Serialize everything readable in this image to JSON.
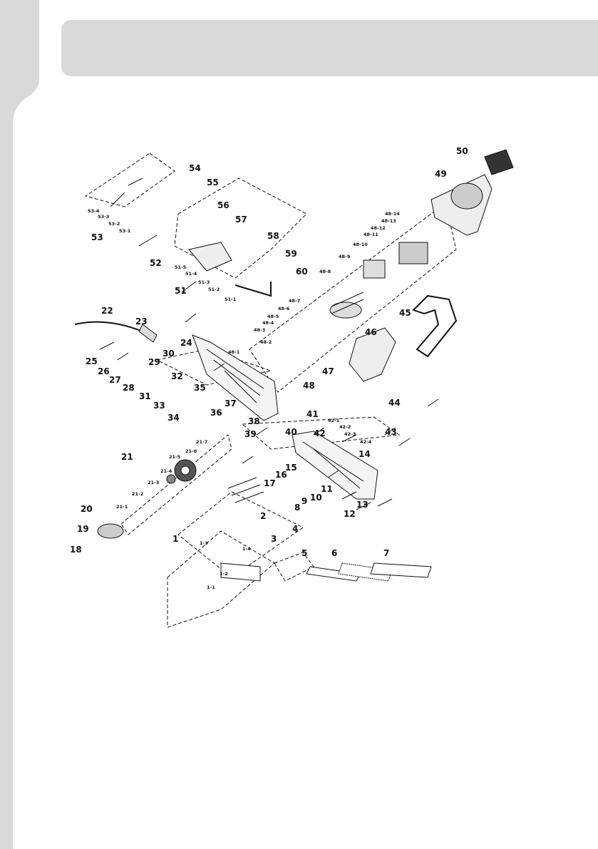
{
  "page": {
    "side_tab_color": "#d9d9d9",
    "header_color": "#d9d9d9",
    "line_color": "#111111"
  },
  "diagram": {
    "labels": {
      "p1": "1",
      "p1_1": "1-1",
      "p1_2": "1-2",
      "p1_3": "1-3",
      "p1_4": "1-4",
      "p2": "2",
      "p3": "3",
      "p4": "4",
      "p5": "5",
      "p6": "6",
      "p7": "7",
      "p8": "8",
      "p9": "9",
      "p10": "10",
      "p11": "11",
      "p12": "12",
      "p13": "13",
      "p14": "14",
      "p15": "15",
      "p16": "16",
      "p17": "17",
      "p18": "18",
      "p19": "19",
      "p20": "20",
      "p21": "21",
      "p21_1": "21-1",
      "p21_2": "21-2",
      "p21_3": "21-3",
      "p21_4": "21-4",
      "p21_5": "21-5",
      "p21_6": "21-6",
      "p21_7": "21-7",
      "p22": "22",
      "p23": "23",
      "p24": "24",
      "p25": "25",
      "p26": "26",
      "p27": "27",
      "p28": "28",
      "p29": "29",
      "p30": "30",
      "p31": "31",
      "p32": "32",
      "p33": "33",
      "p34": "34",
      "p35": "35",
      "p36": "36",
      "p37": "37",
      "p38": "38",
      "p39": "39",
      "p40": "40",
      "p41": "41",
      "p42": "42",
      "p42_1": "42-1",
      "p42_2": "42-2",
      "p42_3": "42-3",
      "p42_4": "42-4",
      "p43": "43",
      "p44": "44",
      "p45": "45",
      "p46": "46",
      "p47": "47",
      "p48": "48",
      "p48_1": "48-1",
      "p48_2": "48-2",
      "p48_3": "48-3",
      "p48_4": "48-4",
      "p48_5": "48-5",
      "p48_6": "48-6",
      "p48_7": "48-7",
      "p48_8": "48-8",
      "p48_9": "48-9",
      "p48_10": "48-10",
      "p48_11": "48-11",
      "p48_12": "48-12",
      "p48_13": "48-13",
      "p48_14": "48-14",
      "p49": "49",
      "p50": "50",
      "p51": "51",
      "p51_1": "51-1",
      "p51_2": "51-2",
      "p51_3": "51-3",
      "p51_4": "51-4",
      "p51_5": "51-5",
      "p52": "52",
      "p53": "53",
      "p53_1": "53-1",
      "p53_2": "53-2",
      "p53_3": "53-3",
      "p53_4": "53-4",
      "p54": "54",
      "p55": "55",
      "p56": "56",
      "p57": "57",
      "p58": "58",
      "p59": "59",
      "p60": "60"
    }
  }
}
